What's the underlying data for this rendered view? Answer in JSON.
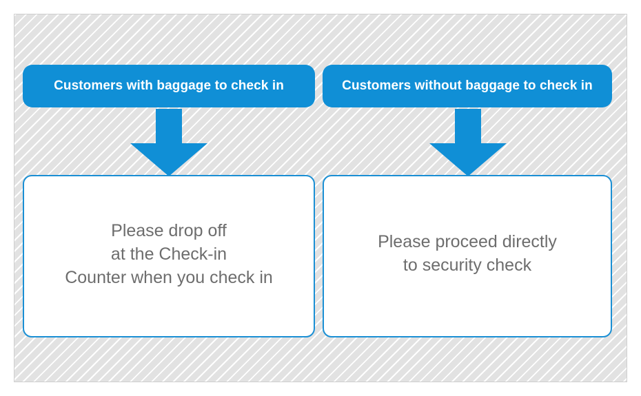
{
  "panel": {
    "background_color": "#e2e2e2",
    "stripe_color": "#ffffff",
    "border_color": "#cfcfcf"
  },
  "theme": {
    "accent_blue": "#108fd6",
    "card_border_blue": "#1a8fd4",
    "card_background": "#ffffff",
    "body_text_gray": "#6d6d6d",
    "header_text_white": "#ffffff"
  },
  "flow": {
    "branches": [
      {
        "id": "with-baggage",
        "header_label": "Customers with baggage to check in",
        "arrow_icon": "arrow-down-icon",
        "body_text": "Please drop off\nat the Check-in\nCounter when you check in"
      },
      {
        "id": "without-baggage",
        "header_label": "Customers without baggage to check in",
        "arrow_icon": "arrow-down-icon",
        "body_text": "Please proceed directly\nto security check"
      }
    ]
  }
}
